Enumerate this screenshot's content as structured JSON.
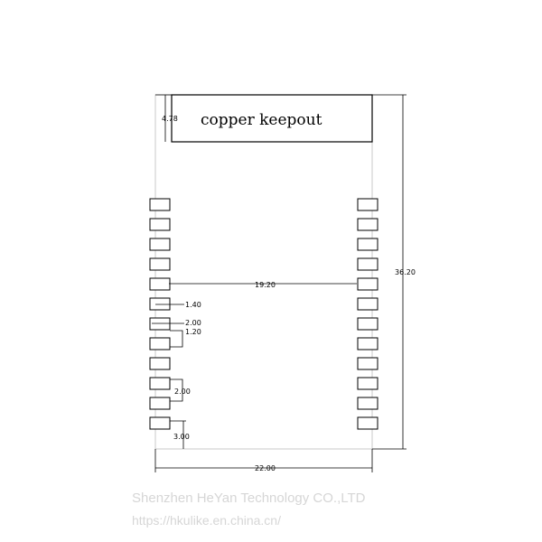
{
  "diagram": {
    "keepout_label": "copper keepout",
    "dimensions": {
      "keepout_height": "4.78",
      "overall_height": "36.20",
      "pad_row_spacing": "19.20",
      "pad_width": "1.40",
      "pad_length": "2.00",
      "pad_gap": "1.20",
      "pad_pitch": "2.00",
      "bottom_offset": "3.00",
      "overall_width": "22.00"
    },
    "pads_per_side": 12
  },
  "watermark": {
    "company": "Shenzhen HeYan Technology CO.,LTD",
    "url": "https://hkulike.en.china.cn/"
  }
}
